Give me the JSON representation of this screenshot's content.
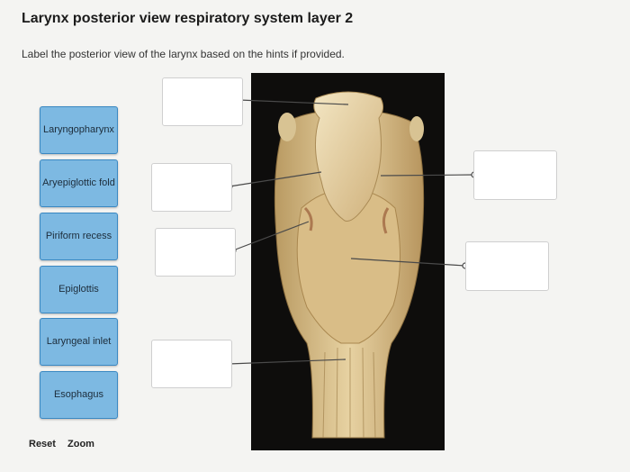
{
  "title": "Larynx posterior view respiratory system layer 2",
  "instructions": "Label the posterior view of the larynx based on the hints if provided.",
  "labels": [
    "Laryngopharynx",
    "Aryepiglottic fold",
    "Piriform recess",
    "Epiglottis",
    "Laryngeal inlet",
    "Esophagus"
  ],
  "controls": {
    "reset": "Reset",
    "zoom": "Zoom"
  }
}
